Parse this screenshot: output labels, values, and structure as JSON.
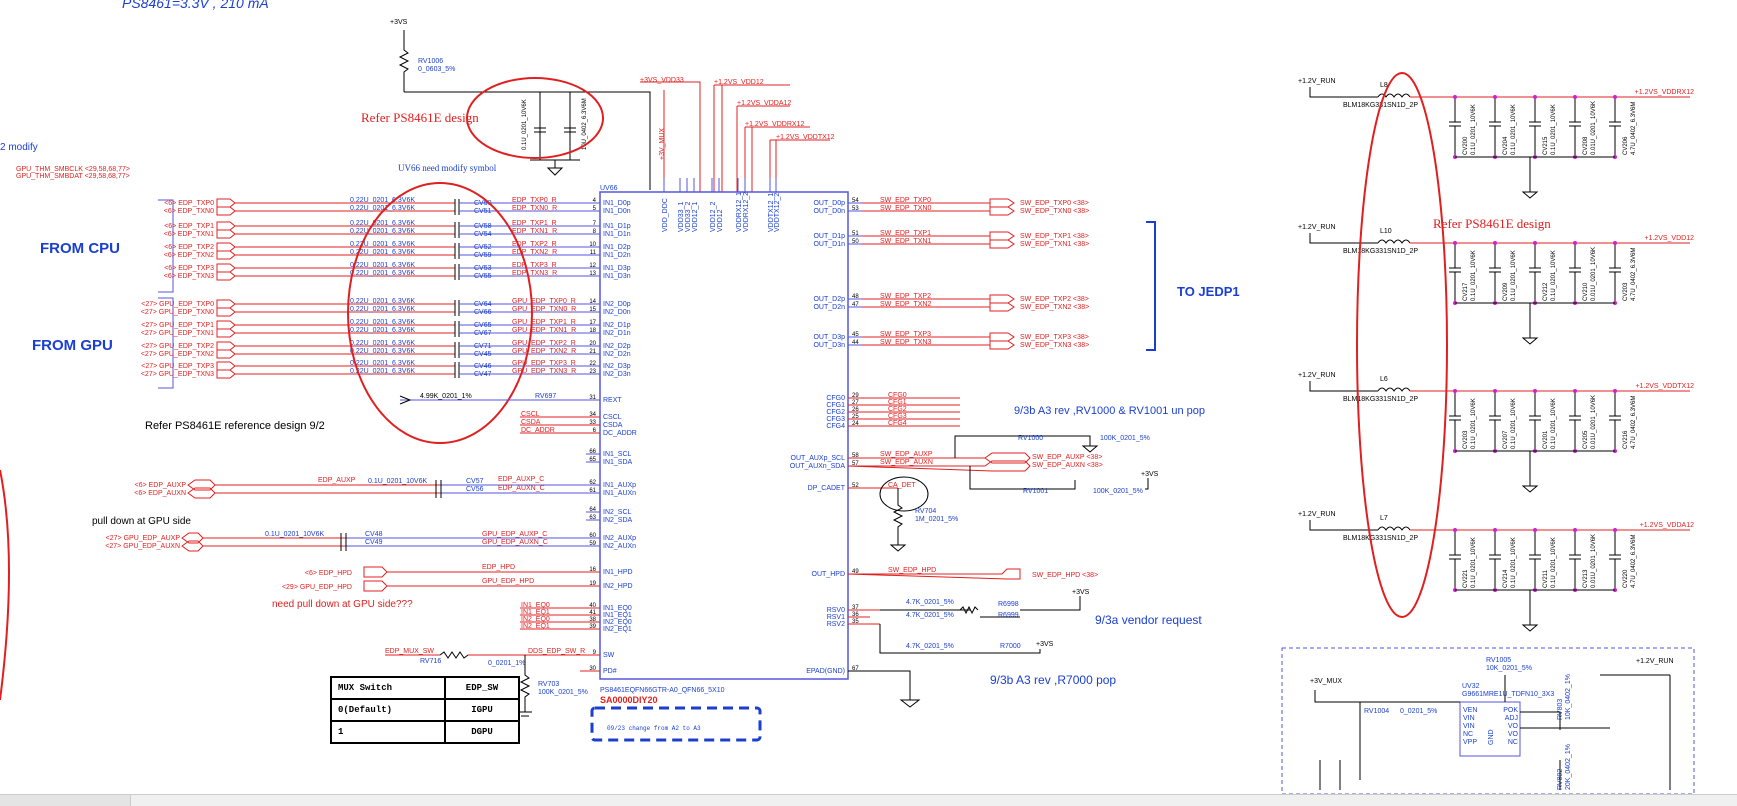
{
  "top_note": "PS8461=3.3V , 210 mA",
  "modify_note": "2 modify",
  "annotations": {
    "from_cpu": "FROM CPU",
    "from_gpu": "FROM GPU",
    "to_jedp": "TO JEDP1",
    "refer_design_1": "Refer PS8461E design",
    "refer_design_2": "Refer PS8461E design",
    "refer_ref_design": "Refer PS8461E reference design 9/2",
    "uv66_note": "UV66 need modify symbol",
    "pull_down_gpu": "pull down at GPU side",
    "need_pull_down": "need pull down at GPU side???",
    "a3_rev_1": "9/3b A3 rev ,RV1000 & RV1001 un pop",
    "vendor_req": "9/3a vendor request",
    "a3_rev_2": "9/3b A3 rev ,R7000 pop",
    "change_box": "09/23 change from A2 to A3"
  },
  "chip": {
    "ref": "UV66",
    "part": "PS8461EQFN66GTR-A0_QFN66_5X10",
    "sa": "SA0000DIY20",
    "left_pins": [
      {
        "num": "4",
        "name": "IN1_D0p"
      },
      {
        "num": "5",
        "name": "IN1_D0n"
      },
      {
        "num": "7",
        "name": "IN1_D1p"
      },
      {
        "num": "8",
        "name": "IN1_D1n"
      },
      {
        "num": "10",
        "name": "IN1_D2p"
      },
      {
        "num": "11",
        "name": "IN1_D2n"
      },
      {
        "num": "12",
        "name": "IN1_D3p"
      },
      {
        "num": "13",
        "name": "IN1_D3n"
      },
      {
        "num": "14",
        "name": "IN2_D0p"
      },
      {
        "num": "15",
        "name": "IN2_D0n"
      },
      {
        "num": "17",
        "name": "IN2_D1p"
      },
      {
        "num": "18",
        "name": "IN2_D1n"
      },
      {
        "num": "20",
        "name": "IN2_D2p"
      },
      {
        "num": "21",
        "name": "IN2_D2n"
      },
      {
        "num": "22",
        "name": "IN2_D3p"
      },
      {
        "num": "23",
        "name": "IN2_D3n"
      },
      {
        "num": "31",
        "name": "REXT"
      },
      {
        "num": "34",
        "name": "CSCL"
      },
      {
        "num": "33",
        "name": "CSDA"
      },
      {
        "num": "6",
        "name": "DC_ADDR"
      },
      {
        "num": "66",
        "name": "IN1_SCL"
      },
      {
        "num": "65",
        "name": "IN1_SDA"
      },
      {
        "num": "62",
        "name": "IN1_AUXp"
      },
      {
        "num": "61",
        "name": "IN1_AUXn"
      },
      {
        "num": "64",
        "name": "IN2_SCL"
      },
      {
        "num": "63",
        "name": "IN2_SDA"
      },
      {
        "num": "60",
        "name": "IN2_AUXp"
      },
      {
        "num": "59",
        "name": "IN2_AUXn"
      },
      {
        "num": "16",
        "name": "IN1_HPD"
      },
      {
        "num": "19",
        "name": "IN2_HPD"
      },
      {
        "num": "40",
        "name": "IN1_EQ0"
      },
      {
        "num": "41",
        "name": "IN1_EQ1"
      },
      {
        "num": "38",
        "name": "IN2_EQ0"
      },
      {
        "num": "39",
        "name": "IN2_EQ1"
      },
      {
        "num": "9",
        "name": "SW"
      },
      {
        "num": "30",
        "name": "PD#"
      }
    ],
    "right_pins": [
      {
        "num": "54",
        "name": "OUT_D0p"
      },
      {
        "num": "53",
        "name": "OUT_D0n"
      },
      {
        "num": "51",
        "name": "OUT_D1p"
      },
      {
        "num": "50",
        "name": "OUT_D1n"
      },
      {
        "num": "48",
        "name": "OUT_D2p"
      },
      {
        "num": "47",
        "name": "OUT_D2n"
      },
      {
        "num": "45",
        "name": "OUT_D3p"
      },
      {
        "num": "44",
        "name": "OUT_D3n"
      },
      {
        "num": "29",
        "name": "CFG0"
      },
      {
        "num": "27",
        "name": "CFG1"
      },
      {
        "num": "26",
        "name": "CFG2"
      },
      {
        "num": "25",
        "name": "CFG3"
      },
      {
        "num": "24",
        "name": "CFG4"
      },
      {
        "num": "58",
        "name": "OUT_AUXp_SCL"
      },
      {
        "num": "57",
        "name": "OUT_AUXn_SDA"
      },
      {
        "num": "52",
        "name": "DP_CADET"
      },
      {
        "num": "49",
        "name": "OUT_HPD"
      },
      {
        "num": "37",
        "name": "RSV0"
      },
      {
        "num": "36",
        "name": "RSV1"
      },
      {
        "num": "35",
        "name": "RSV2"
      },
      {
        "num": "67",
        "name": "EPAD(GND)"
      }
    ],
    "top_pins": [
      "VDD_DDC",
      "VDD33_1",
      "VDD33_2",
      "VDD12_1",
      "VDD12_2",
      "VDD12",
      "VDDRX12_1",
      "VDDRX12_2",
      "VDDTX12_1",
      "VDDTX12_2"
    ]
  },
  "in_nets": [
    {
      "net": "<6> EDP_TXP0",
      "cap": "CV50",
      "out": "EDP_TXP0_R"
    },
    {
      "net": "<6> EDP_TXN0",
      "cap": "CV51",
      "out": "EDP_TXN0_R"
    },
    {
      "net": "<6> EDP_TXP1",
      "cap": "CV58",
      "out": "EDP_TXP1_R"
    },
    {
      "net": "<6> EDP_TXN1",
      "cap": "CV54",
      "out": "EDP_TXN1_R"
    },
    {
      "net": "<6> EDP_TXP2",
      "cap": "CV52",
      "out": "EDP_TXP2_R"
    },
    {
      "net": "<6> EDP_TXN2",
      "cap": "CV59",
      "out": "EDP_TXN2_R"
    },
    {
      "net": "<6> EDP_TXP3",
      "cap": "CV53",
      "out": "EDP_TXP3_R"
    },
    {
      "net": "<6> EDP_TXN3",
      "cap": "CV55",
      "out": "EDP_TXN3_R"
    },
    {
      "net": "<27> GPU_EDP_TXP0",
      "cap": "CV64",
      "out": "GPU_EDP_TXP0_R"
    },
    {
      "net": "<27> GPU_EDP_TXN0",
      "cap": "CV66",
      "out": "GPU_EDP_TXN0_R"
    },
    {
      "net": "<27> GPU_EDP_TXP1",
      "cap": "CV65",
      "out": "GPU_EDP_TXP1_R"
    },
    {
      "net": "<27> GPU_EDP_TXN1",
      "cap": "CV67",
      "out": "GPU_EDP_TXN1_R"
    },
    {
      "net": "<27> GPU_EDP_TXP2",
      "cap": "CV71",
      "out": "GPU_EDP_TXP2_R"
    },
    {
      "net": "<27> GPU_EDP_TXN2",
      "cap": "CV45",
      "out": "GPU_EDP_TXN2_R"
    },
    {
      "net": "<27> GPU_EDP_TXP3",
      "cap": "CV46",
      "out": "GPU_EDP_TXP3_R"
    },
    {
      "net": "<27> GPU_EDP_TXN3",
      "cap": "CV47",
      "out": "GPU_EDP_TXN3_R"
    }
  ],
  "cap_value": "0.22U_0201_6.3V6K",
  "out_nets": [
    {
      "pin": "SW_EDP_TXP0",
      "conn": "SW_EDP_TXP0 <38>"
    },
    {
      "pin": "SW_EDP_TXN0",
      "conn": "SW_EDP_TXN0 <38>"
    },
    {
      "pin": "SW_EDP_TXP1",
      "conn": "SW_EDP_TXP1 <38>"
    },
    {
      "pin": "SW_EDP_TXN1",
      "conn": "SW_EDP_TXN1 <38>"
    },
    {
      "pin": "SW_EDP_TXP2",
      "conn": "SW_EDP_TXP2 <38>"
    },
    {
      "pin": "SW_EDP_TXN2",
      "conn": "SW_EDP_TXN2 <38>"
    },
    {
      "pin": "SW_EDP_TXP3",
      "conn": "SW_EDP_TXP3 <38>"
    },
    {
      "pin": "SW_EDP_TXN3",
      "conn": "SW_EDP_TXN3 <38>"
    }
  ],
  "power_nets": [
    "+3VS_VDD33",
    "+1.2VS_VDD12",
    "+1.2VS_VDDA12",
    "+1.2VS_VDDRX12",
    "+1.2VS_VDDTX12"
  ],
  "misc": {
    "vs3": "+3VS",
    "rv1006": "RV1006",
    "rv1006_val": "0_0603_5%",
    "cv_small_1": "0.1U_0201_10V6K",
    "cv_small_2": "10U_0402_6.3V6M",
    "v3mux": "+3V_MUX",
    "rext_res": "4.99K_0201_1%",
    "rv697": "RV697",
    "cfg_nets": [
      "CFG0",
      "CFG1",
      "CFG2",
      "CFG3",
      "CFG4"
    ],
    "cscl": "CSCL",
    "csda": "CSDA",
    "dc_addr": "DC_ADDR",
    "aux_in": [
      "<6> EDP_AUXP",
      "<6> EDP_AUXN"
    ],
    "aux_in_c": [
      "EDP_AUXP_C",
      "EDP_AUXN_C"
    ],
    "aux_cap_v": "0.1U_0201_10V6K",
    "aux_caps": [
      "CV57",
      "CV56"
    ],
    "gpu_aux": [
      "<27> GPU_EDP_AUXP",
      "<27> GPU_EDP_AUXN"
    ],
    "gpu_aux_c": [
      "GPU_EDP_AUXP_C",
      "GPU_EDP_AUXN_C"
    ],
    "gpu_aux_caps": [
      "CV48",
      "CV49"
    ],
    "sw_aux": [
      "SW_EDP_AUXP",
      "SW_EDP_AUXN"
    ],
    "sw_aux_conn": [
      "SW_EDP_AUXP <38>",
      "SW_EDP_AUXN <38>"
    ],
    "rv1000": "RV1000",
    "rv1000_v": "100K_0201_5%",
    "rv1001": "RV1001",
    "rv1001_v": "100K_0201_5%",
    "ca_det": "CA_DET",
    "rv704": "RV704",
    "rv704_v": "1M_0201_5%",
    "hpd_in": [
      "<6> EDP_HPD",
      "<29> GPU_EDP_HPD"
    ],
    "hpd_net": [
      "EDP_HPD",
      "GPU_EDP_HPD"
    ],
    "sw_hpd": "SW_EDP_HPD",
    "sw_hpd_conn": "SW_EDP_HPD <38>",
    "eq": [
      "IN1_EQ0",
      "IN1_EQ1",
      "IN2_EQ0",
      "IN2_EQ1"
    ],
    "mux_sw": "EDP_MUX_SW",
    "rv716": "RV716",
    "rv716_v": "0_0201_1%",
    "dds": "DDS_EDP_SW_R",
    "rv703": "RV703",
    "rv703_v": "100K_0201_5%",
    "r6998": "R6998",
    "r6999": "R6999",
    "r7000": "R7000",
    "r47k": "4.7K_0201_5%",
    "thm": [
      "GPU_THM_SMBCLK <29,58,68,77>",
      "GPU_THM_SMBDAT <29,58,68,77>"
    ]
  },
  "right_blocks": [
    {
      "rail": "+1.2V_RUN",
      "ind": "L8",
      "part": "BLM18KG331SN1D_2P",
      "out": "+1.2VS_VDDRX12",
      "caps": [
        "CV200",
        "CV204",
        "CV215",
        "CV208",
        "CV206"
      ]
    },
    {
      "rail": "+1.2V_RUN",
      "ind": "L10",
      "part": "BLM18KG331SN1D_2P",
      "out": "+1.2VS_VDD12",
      "caps": [
        "CV217",
        "CV209",
        "CV212",
        "CV210",
        "CV203"
      ]
    },
    {
      "rail": "+1.2V_RUN",
      "ind": "L6",
      "part": "BLM18KG331SN1D_2P",
      "out": "+1.2VS_VDDTX12",
      "caps": [
        "CV203",
        "CV207",
        "CV201",
        "CV205",
        "CV216"
      ]
    },
    {
      "rail": "+1.2V_RUN",
      "ind": "L7",
      "part": "BLM18KG331SN1D_2P",
      "out": "+1.2VS_VDDA12",
      "caps": [
        "CV221",
        "CV214",
        "CV211",
        "CV213",
        "CV220"
      ]
    }
  ],
  "right_cap_vals": [
    "0.1U_0201_10V6K",
    "0.1U_0201_10V6K",
    "0.1U_0201_10V6K",
    "0.01U_0201_10V6K",
    "4.7U_0402_6.3V6M"
  ],
  "ldo": {
    "rv1005": "RV1005",
    "rv1005_v": "10K_0201_5%",
    "uv32": "UV32",
    "uv32_p": "G9661MRE1U_TDFN10_3X3",
    "rail_in": "+3V_MUX",
    "rail_out": "+1.2V_RUN",
    "rv1004": "RV1004",
    "rv1004_v": "0_0201_5%",
    "pins_l": [
      "VEN",
      "VIN",
      "VIN",
      "NC",
      "VPP"
    ],
    "pins_r": [
      "POK",
      "ADJ",
      "VO",
      "VO",
      "NC"
    ],
    "gnd": "GND",
    "rv803": "RV803",
    "rv803_v": "10K_0402_1%",
    "rv802": "RV802",
    "rv802_v": "20K_0402_1%"
  },
  "mux_table": {
    "header": [
      "MUX Switch",
      "EDP_SW"
    ],
    "rows": [
      [
        "0(Default)",
        "IGPU"
      ],
      [
        "1",
        "DGPU"
      ]
    ]
  }
}
